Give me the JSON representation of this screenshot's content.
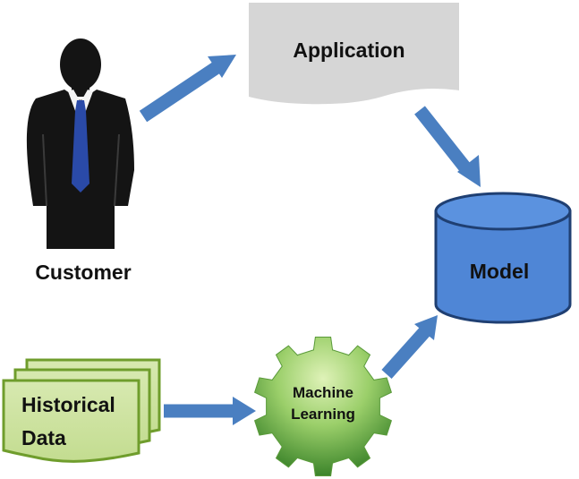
{
  "nodes": {
    "customer": {
      "label": "Customer"
    },
    "application": {
      "label": "Application"
    },
    "model": {
      "label": "Model"
    },
    "historical_data": {
      "line1": "Historical",
      "line2": "Data"
    },
    "machine_learning": {
      "line1": "Machine",
      "line2": "Learning"
    }
  },
  "edges": [
    {
      "from": "customer",
      "to": "application"
    },
    {
      "from": "application",
      "to": "model"
    },
    {
      "from": "historical_data",
      "to": "machine_learning"
    },
    {
      "from": "machine_learning",
      "to": "model"
    }
  ],
  "colors": {
    "arrow": "#4a7fc1",
    "model_fill": "#4f86d6",
    "model_stroke": "#1f3f72",
    "application_fill": "#d6d6d6",
    "document_fill": "#cfe3a3",
    "document_stroke": "#6f9d2c",
    "gear_light": "#c6e59a",
    "gear_dark": "#2f7a22",
    "person_suit": "#141414",
    "person_tie": "#2a4aa8"
  },
  "icons": {
    "customer": "businessman-icon",
    "application": "document-wave-shape",
    "model": "database-cylinder-icon",
    "historical_data": "stacked-documents-icon",
    "machine_learning": "gear-icon"
  }
}
